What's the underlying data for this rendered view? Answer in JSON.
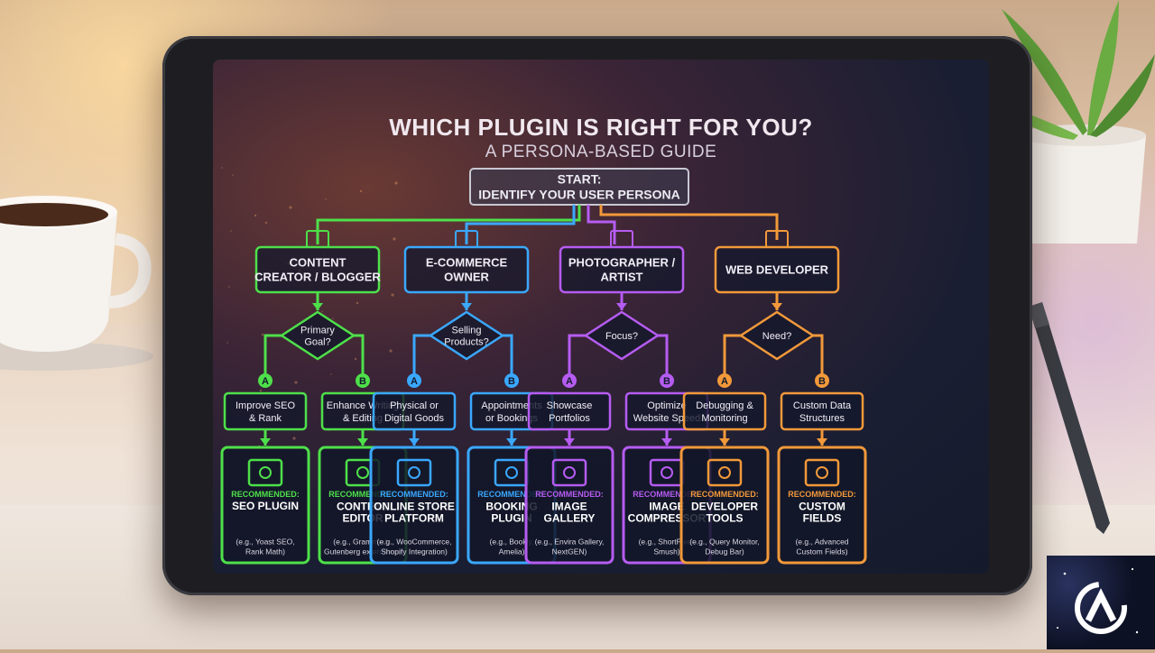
{
  "title": "WHICH PLUGIN IS RIGHT FOR YOU?",
  "subtitle": "A PERSONA-BASED GUIDE",
  "start": {
    "line1": "START:",
    "line2": "IDENTIFY YOUR USER PERSONA"
  },
  "personas": [
    {
      "key": "creator",
      "color": "#4ee04a",
      "icon": "edit-icon",
      "label": [
        "CONTENT",
        "CREATOR / BLOGGER"
      ],
      "decision": [
        "Primary",
        "Goal?"
      ],
      "options": [
        {
          "letter": "A",
          "text": [
            "Improve SEO",
            "& Rank"
          ],
          "icon": "megaphone-icon",
          "rec": [
            "RECOMMENDED:",
            "SEO PLUGIN"
          ],
          "examples": [
            "(e.g., Yoast SEO,",
            "Rank Math)"
          ]
        },
        {
          "letter": "B",
          "text": [
            "Enhance Writing",
            "& Editing"
          ],
          "icon": "pencil-icon",
          "rec": [
            "RECOMMENDED:",
            "CONTENT",
            "EDITOR"
          ],
          "examples": [
            "(e.g., Grammarly,",
            "Gutenberg extensions)"
          ]
        }
      ]
    },
    {
      "key": "ecommerce",
      "color": "#3aa8ff",
      "icon": "cart-icon",
      "label": [
        "E-COMMERCE",
        "OWNER"
      ],
      "decision": [
        "Selling",
        "Products?"
      ],
      "options": [
        {
          "letter": "A",
          "text": [
            "Physical or",
            "Digital Goods"
          ],
          "icon": "shopping-cart-icon",
          "rec": [
            "RECOMMENDED:",
            "ONLINE STORE",
            "PLATFORM"
          ],
          "examples": [
            "(e.g., WooCommerce,",
            "Shopify Integration)"
          ]
        },
        {
          "letter": "B",
          "text": [
            "Appointments",
            "or Bookings"
          ],
          "icon": "calendar-icon",
          "rec": [
            "RECOMMENDED:",
            "BOOKING",
            "PLUGIN"
          ],
          "examples": [
            "(e.g., Bookly,",
            "Amelia)"
          ]
        }
      ]
    },
    {
      "key": "photographer",
      "color": "#b65cf2",
      "icon": "camera-icon",
      "label": [
        "PHOTOGRAPHER /",
        "ARTIST"
      ],
      "decision": [
        "Focus?"
      ],
      "options": [
        {
          "letter": "A",
          "text": [
            "Showcase",
            "Portfolios"
          ],
          "icon": "gallery-icon",
          "rec": [
            "RECOMMENDED:",
            "IMAGE",
            "GALLERY"
          ],
          "examples": [
            "(e.g., Envira Gallery,",
            "NextGEN)"
          ]
        },
        {
          "letter": "B",
          "text": [
            "Optimize",
            "Website Speed"
          ],
          "icon": "compress-icon",
          "rec": [
            "RECOMMENDED:",
            "IMAGE",
            "COMPRESSOR"
          ],
          "examples": [
            "(e.g., ShortPixel,",
            "Smush)"
          ]
        }
      ]
    },
    {
      "key": "developer",
      "color": "#f2993a",
      "icon": "code-window-icon",
      "label": [
        "WEB DEVELOPER"
      ],
      "decision": [
        "Need?"
      ],
      "options": [
        {
          "letter": "A",
          "text": [
            "Debugging &",
            "Monitoring"
          ],
          "icon": "gear-chart-icon",
          "rec": [
            "RECOMMENDED:",
            "DEVELOPER",
            "TOOLS"
          ],
          "examples": [
            "(e.g., Query Monitor,",
            "Debug Bar)"
          ]
        },
        {
          "letter": "B",
          "text": [
            "Custom Data",
            "Structures"
          ],
          "icon": "database-icon",
          "rec": [
            "RECOMMENDED:",
            "CUSTOM",
            "FIELDS"
          ],
          "examples": [
            "(e.g., Advanced",
            "Custom Fields)"
          ]
        }
      ]
    }
  ]
}
